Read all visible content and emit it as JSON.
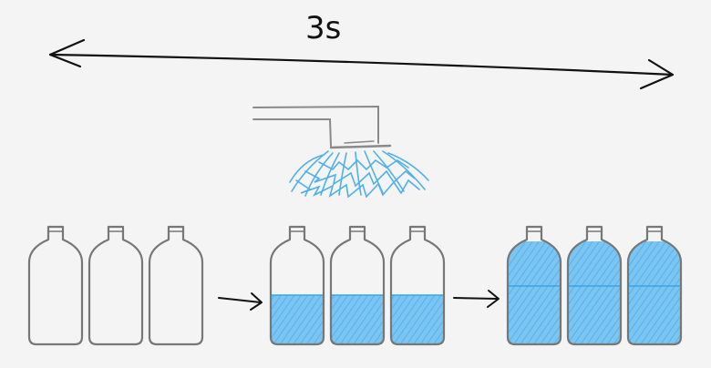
{
  "diagram": {
    "duration_label": "3s",
    "stages": [
      {
        "name": "empty",
        "bottle_count": 3,
        "fill_level": 0.0
      },
      {
        "name": "half-filled",
        "bottle_count": 3,
        "fill_level": 0.5
      },
      {
        "name": "full",
        "bottle_count": 3,
        "fill_level": 1.0
      }
    ],
    "colors": {
      "background": "#f4f4f4",
      "water": "#5bb8ef",
      "water_dark": "#3ba3e6",
      "outline": "#777777",
      "arrow": "#111111",
      "nozzle": "#8a8a8a"
    }
  }
}
